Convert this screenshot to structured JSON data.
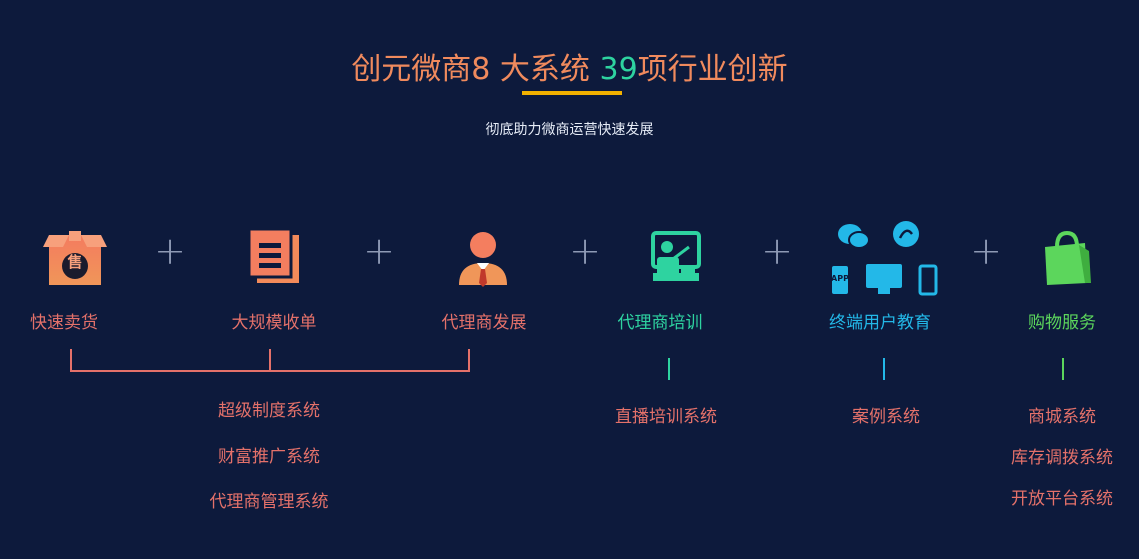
{
  "header": {
    "title_part1": "创元微商8 大系统 ",
    "title_highlight": "39",
    "title_part2": "项行业创新",
    "subtitle": "彻底助力微商运营快速发展"
  },
  "colors": {
    "background": "#0d1a3c",
    "orange": "#f08a5d",
    "teal": "#2ed3a0",
    "cyan": "#23b8e8",
    "green": "#5cd65c",
    "coral": "#e4716a",
    "underline": "#f2b100"
  },
  "plus_symbol": "+",
  "modules": [
    {
      "label": "快速卖货",
      "icon": "store-box-icon",
      "icon_glyph": "售"
    },
    {
      "label": "大规模收单",
      "icon": "documents-icon"
    },
    {
      "label": "代理商发展",
      "icon": "agent-person-icon"
    },
    {
      "label": "代理商培训",
      "icon": "training-screen-icon"
    },
    {
      "label": "终端用户教育",
      "icon": "multi-device-icon"
    },
    {
      "label": "购物服务",
      "icon": "shopping-bag-icon"
    }
  ],
  "device_icons": {
    "app_text": "APP"
  },
  "systems": {
    "group1": [
      "超级制度系统",
      "财富推广系统",
      "代理商管理系统"
    ],
    "training": [
      "直播培训系统"
    ],
    "education": [
      "案例系统"
    ],
    "shopping": [
      "商城系统",
      "库存调拨系统",
      "开放平台系统"
    ]
  }
}
